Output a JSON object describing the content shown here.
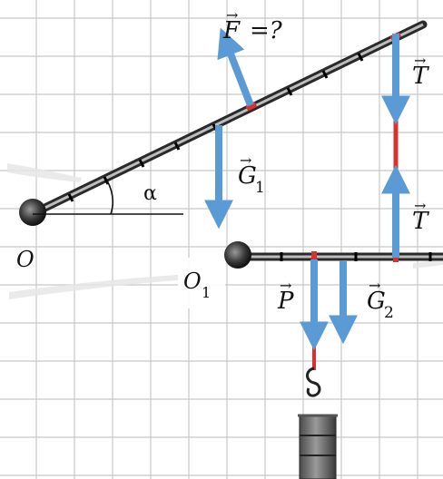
{
  "labels": {
    "force_F": "F",
    "force_F_suffix": "=?",
    "tension_top": "T",
    "tension_bottom": "T",
    "gravity_beam1": "G",
    "gravity_beam1_sub": "1",
    "gravity_beam2": "G",
    "gravity_beam2_sub": "2",
    "weight_P": "P",
    "angle": "α",
    "pivot_O": "O",
    "pivot_O1": "O",
    "pivot_O1_sub": "1"
  },
  "colors": {
    "arrow": "#5b9bd5",
    "string": "#d9312b",
    "beam": "#5a5a5a",
    "grid": "#c8c8c8"
  }
}
